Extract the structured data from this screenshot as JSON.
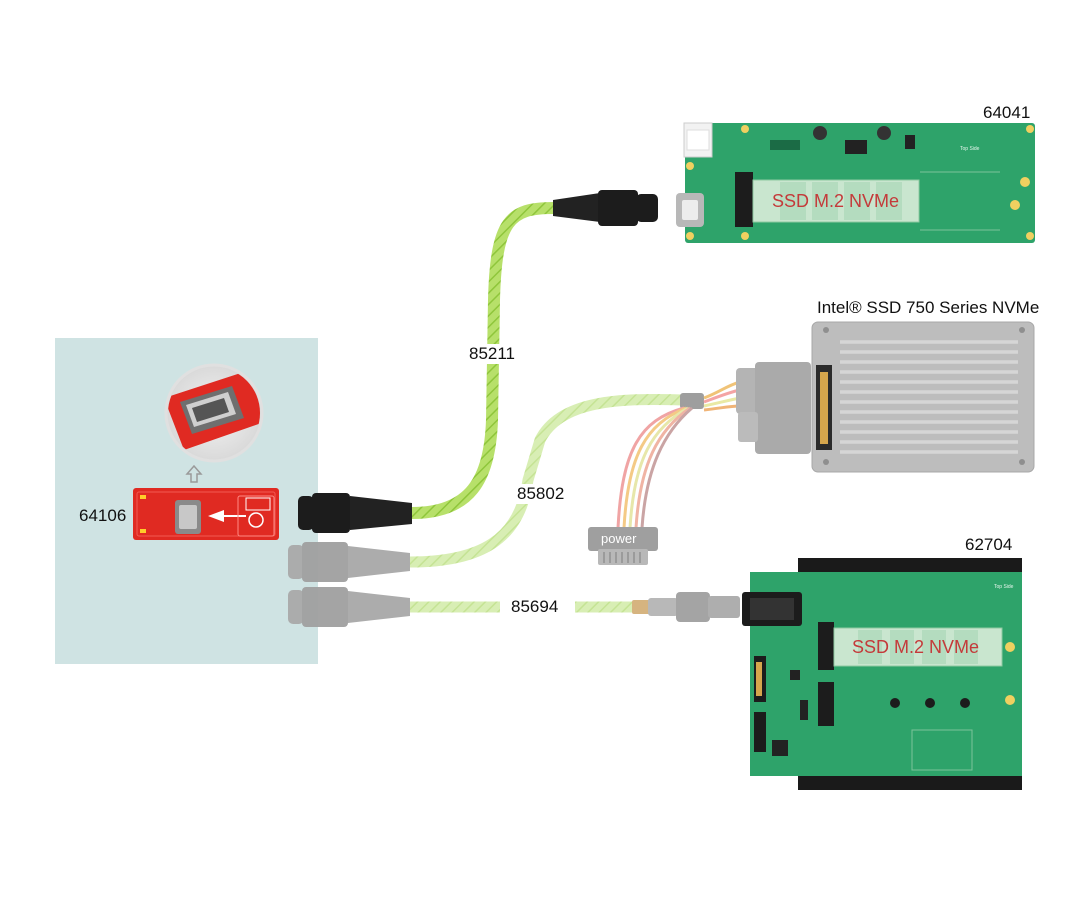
{
  "labels": {
    "adapter_64106": "64106",
    "cable_85211": "85211",
    "cable_85802": "85802",
    "cable_85694": "85694",
    "board_64041": "64041",
    "ssd_750": "Intel® SSD 750 Series NVMe",
    "board_62704": "62704"
  },
  "board_64041": {
    "slot_text": "SSD M.2 NVMe"
  },
  "board_62704": {
    "slot_text": "SSD M.2 NVMe"
  },
  "sata_power": {
    "text": "power"
  },
  "colors": {
    "panel_bg": "#cfe3e3",
    "cable_green": "#b7e06a",
    "cable_green_light": "#d6eeb0",
    "pcb_green": "#2ea36a",
    "adapter_red": "#e02a22",
    "connector_black": "#1c1c1c",
    "connector_gray": "#9a9a9a",
    "ssd_body": "#bdbdbd"
  },
  "icons": [
    "arrow-up-icon",
    "zoom-magnifier-icon"
  ]
}
